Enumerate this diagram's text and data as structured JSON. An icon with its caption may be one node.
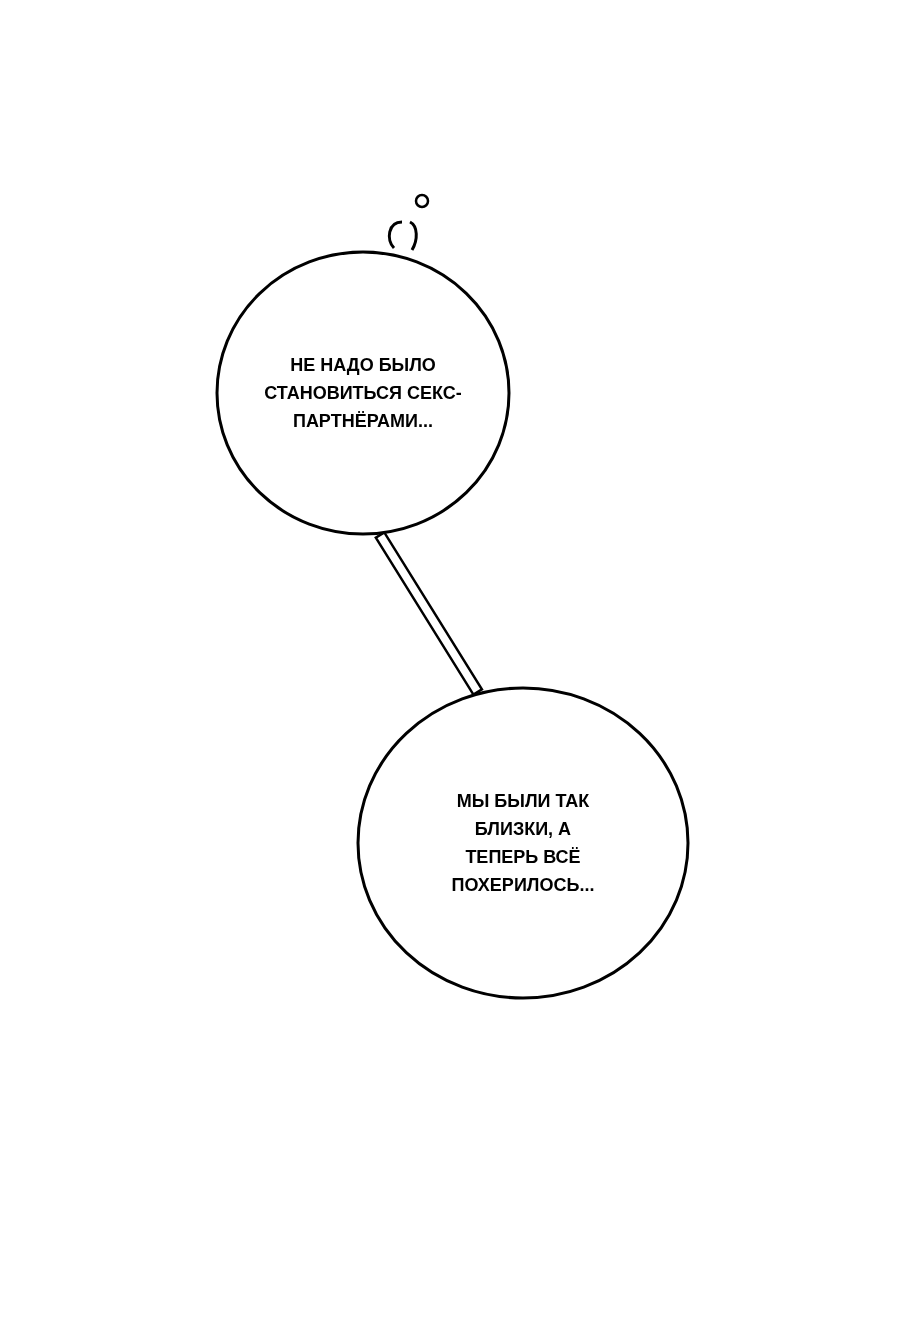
{
  "diagram": {
    "nodes": [
      {
        "text": [
          "НЕ НАДО БЫЛО СТАНОВИТЬСЯ СЕКС-ПАРТНЁРАМИ..."
        ]
      },
      {
        "text": [
          "МЫ БЫЛИ ТАК БЛИЗКИ, А ТЕПЕРЬ ВСЁ ПОХЕРИЛОСЬ..."
        ]
      }
    ],
    "edges": [
      {
        "from": 0,
        "to": 1,
        "arrow": "none"
      }
    ]
  }
}
